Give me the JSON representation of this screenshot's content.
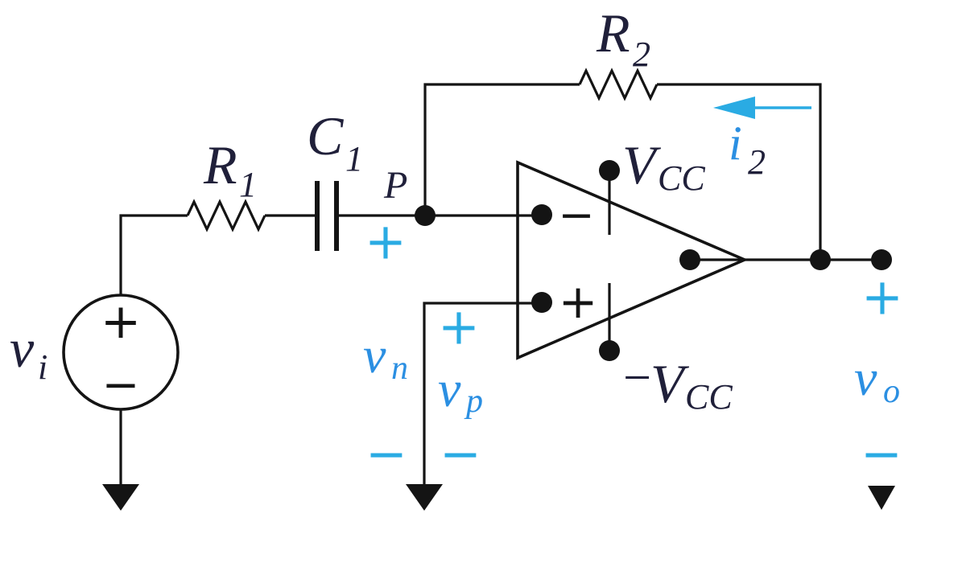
{
  "colors": {
    "wire": "#141414",
    "ink": "#20203a",
    "blue": "#2b8fe2",
    "cyan": "#2aabe3"
  },
  "labels": {
    "source_v": {
      "base": "v",
      "sub": "i"
    },
    "r1": {
      "base": "R",
      "sub": "1"
    },
    "c1": {
      "base": "C",
      "sub": "1"
    },
    "node_p": "P",
    "r2": {
      "base": "R",
      "sub": "2"
    },
    "vcc_pos": {
      "base": "V",
      "sub": "CC"
    },
    "vcc_neg": {
      "sign": "−",
      "base": "V",
      "sub": "CC"
    },
    "current_i2": {
      "base": "i",
      "sub": "2"
    },
    "v_n": {
      "base": "v",
      "sub": "n"
    },
    "v_p": {
      "base": "v",
      "sub": "p"
    },
    "v_o": {
      "base": "v",
      "sub": "o"
    }
  },
  "marks": {
    "source_plus": "+",
    "source_minus": "−",
    "opamp_inverting": "−",
    "opamp_noninverting": "+",
    "vn_plus": "+",
    "vn_minus": "−",
    "vp_plus": "+",
    "vp_minus": "−",
    "vo_plus": "+",
    "vo_minus": "−"
  }
}
